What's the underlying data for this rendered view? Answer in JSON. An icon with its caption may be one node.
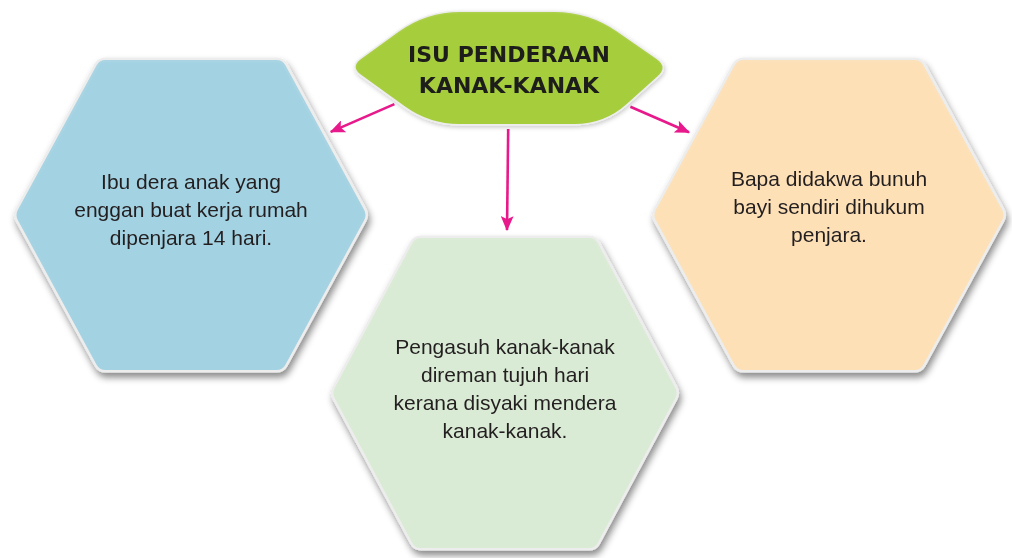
{
  "diagram": {
    "nodes": [
      {
        "text": [
          "ISU PENDERAAN KANAK-KANAK"
        ]
      },
      {
        "text": [
          "Ibu dera anak yang enggan buat kerja rumah dipenjara 14 hari."
        ]
      },
      {
        "text": [
          "Pengasuh kanak-kanak direman tujuh hari kerana disyaki mendera kanak-kanak."
        ]
      },
      {
        "text": [
          "Bapa didakwa bunuh bayi sendiri dihukum penjara."
        ]
      }
    ],
    "edges": [
      {
        "from": 0,
        "to": 1,
        "arrow": "to"
      },
      {
        "from": 0,
        "to": 2,
        "arrow": "to"
      },
      {
        "from": 0,
        "to": 3,
        "arrow": "to"
      }
    ]
  }
}
